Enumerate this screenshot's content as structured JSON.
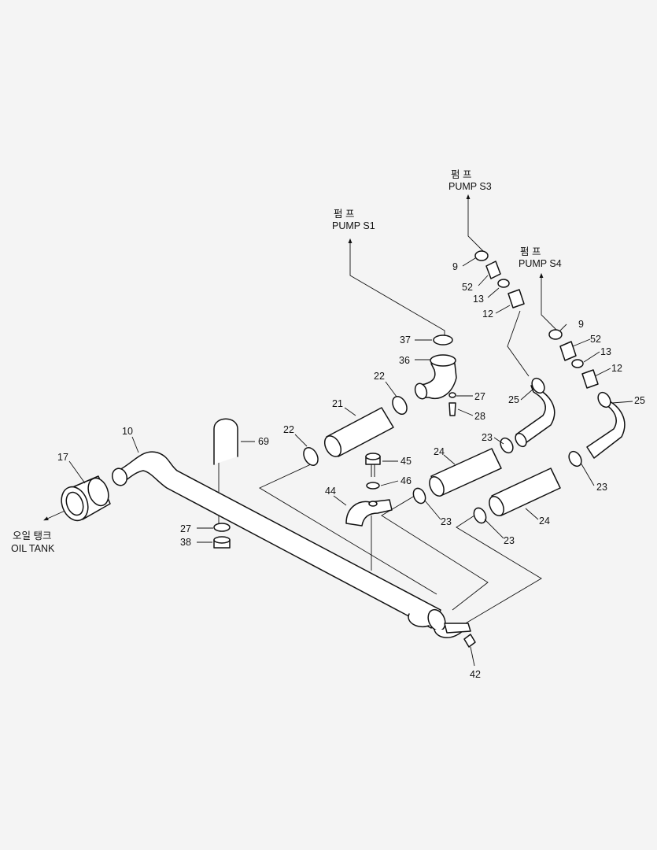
{
  "destinations": {
    "pump_s1": {
      "korean": "펌 프",
      "english": "PUMP  S1"
    },
    "pump_s3": {
      "korean": "펌 프",
      "english": "PUMP  S3"
    },
    "pump_s4": {
      "korean": "펌 프",
      "english": "PUMP  S4"
    },
    "oil_tank": {
      "korean": "오일 탱크",
      "english": "OIL TANK"
    }
  },
  "callouts": {
    "c9a": "9",
    "c52a": "52",
    "c13a": "13",
    "c12a": "12",
    "c9b": "9",
    "c52b": "52",
    "c13b": "13",
    "c12b": "12",
    "c37": "37",
    "c36": "36",
    "c27a": "27",
    "c28": "28",
    "c22a": "22",
    "c21": "21",
    "c22b": "22",
    "c25a": "25",
    "c25b": "25",
    "c23a": "23",
    "c24a": "24",
    "c23b": "23",
    "c23c": "23",
    "c24b": "24",
    "c23d": "23",
    "c10": "10",
    "c69": "69",
    "c17": "17",
    "c45": "45",
    "c46": "46",
    "c44": "44",
    "c27b": "27",
    "c38": "38",
    "c42": "42"
  }
}
